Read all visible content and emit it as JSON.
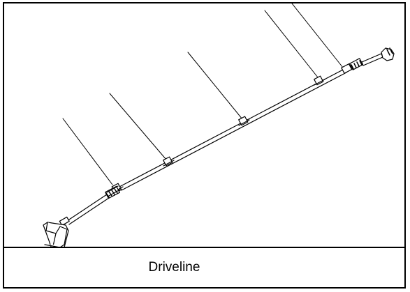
{
  "figure": {
    "caption": "Driveline",
    "components": [
      "front-end-yoke-and-bracket",
      "front-u-joint-coupler",
      "drive-shaft",
      "shaft-bearing-1",
      "shaft-bearing-2",
      "shaft-bearing-3",
      "shaft-bearing-4",
      "rear-u-joint-coupler",
      "rear-angled-gearbox-end"
    ],
    "leader_lines": 5,
    "line_color": "#000000",
    "background_color": "#ffffff"
  }
}
